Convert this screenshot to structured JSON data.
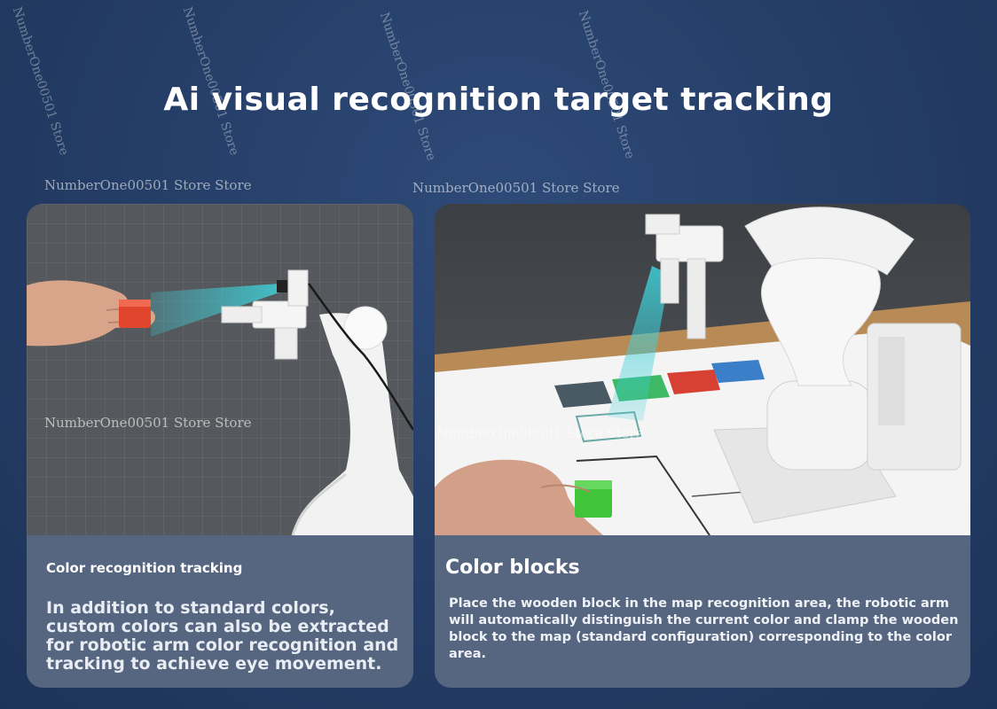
{
  "title": "Ai visual recognition target tracking",
  "watermarks": {
    "store_store": "NumberOne00501 Store Store",
    "store": "NumberOne00501 Store"
  },
  "left_card": {
    "heading": "Color recognition tracking",
    "body": "In addition to standard colors, custom colors can also be extracted for robotic arm color recognition and tracking to achieve eye movement."
  },
  "right_card": {
    "heading": "Color blocks",
    "body": "Place the wooden block in the map recognition area, the robotic arm will automatically distinguish the current color and clamp the wooden block to the map (standard configuration) corresponding to the color area."
  },
  "colors": {
    "background": "#243d66",
    "caption_panel": "#566580",
    "beam": "#3fd0d8",
    "red_block": "#e0452e",
    "green_block": "#3fc43a",
    "blue_tile": "#3a7fc8"
  }
}
